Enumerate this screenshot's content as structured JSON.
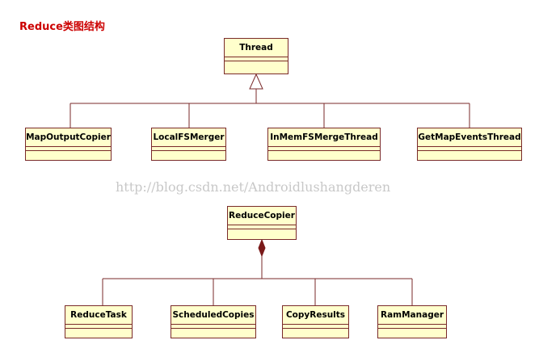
{
  "title": "Reduce类图结构",
  "watermark": "http://blog.csdn.net/Androidlushangderen",
  "colors": {
    "title": "#cc0000",
    "class_fill": "#ffffcc",
    "class_border": "#7a2a2a",
    "line": "#7a2a2a",
    "diamond": "#7a1a1a"
  },
  "diagrams": [
    {
      "relation": "generalization",
      "parent": "Thread",
      "children": [
        "MapOutputCopier",
        "LocalFSMerger",
        "InMemFSMergeThread",
        "GetMapEventsThread"
      ]
    },
    {
      "relation": "composition",
      "parent": "ReduceCopier",
      "children": [
        "ReduceTask",
        "ScheduledCopies",
        "CopyResults",
        "RamManager"
      ]
    }
  ]
}
